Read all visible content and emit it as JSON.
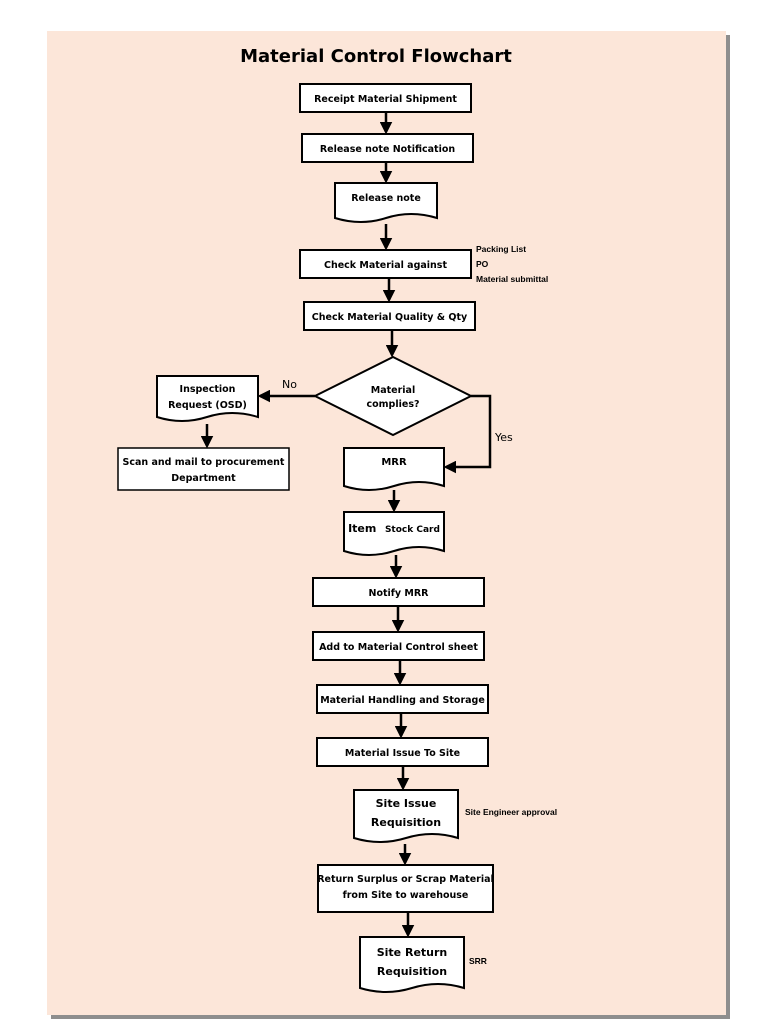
{
  "title": "Material Control Flowchart",
  "colors": {
    "page": "#fce6d9",
    "box_fill": "#ffffff",
    "stroke": "#000000",
    "shadow": "#8e8e8e"
  },
  "steps": {
    "receipt": "Receipt Material Shipment",
    "release_notification": "Release note Notification",
    "release_note": "Release note",
    "check_against": "Check Material against",
    "check_quality": "Check Material Quality & Qty",
    "decision_line1": "Material",
    "decision_line2": "complies?",
    "inspection_line1": "Inspection",
    "inspection_line2": "Request (OSD)",
    "scan_line1": "Scan and mail to procurement",
    "scan_line2": "Department",
    "mrr": "MRR",
    "stock_card_item": "Item",
    "stock_card_rest": "Stock Card",
    "notify_mrr": "Notify MRR",
    "add_sheet": "Add to Material Control sheet",
    "handling": "Material Handling and Storage",
    "issue_site": "Material Issue To Site",
    "site_issue_line1": "Site Issue",
    "site_issue_line2": "Requisition",
    "return_line1": "Return Surplus or Scrap Material",
    "return_line2": "from Site to warehouse",
    "site_return_line1": "Site Return",
    "site_return_line2": "Requisition"
  },
  "annotations": {
    "check_list": [
      "Packing List",
      "PO",
      "Material submittal"
    ],
    "site_engineer": "Site Engineer approval",
    "srr": "SRR"
  },
  "branches": {
    "no": "No",
    "yes": "Yes"
  }
}
